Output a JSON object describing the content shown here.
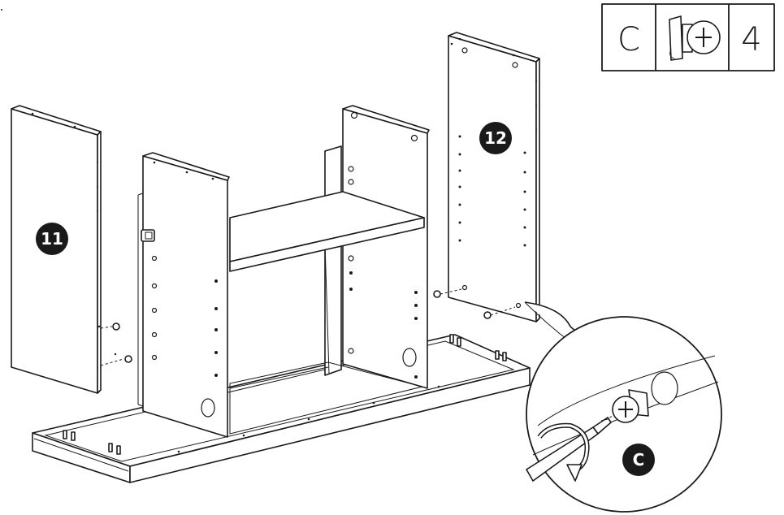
{
  "parts_box": {
    "letter": "C",
    "icon": "cam-lock-icon",
    "quantity": "4"
  },
  "labels": {
    "panel_left": "11",
    "panel_right": "12",
    "detail_letter": "C"
  },
  "icons": [
    "cam-lock-icon",
    "screwdriver-icon",
    "rotate-arrow-icon"
  ]
}
